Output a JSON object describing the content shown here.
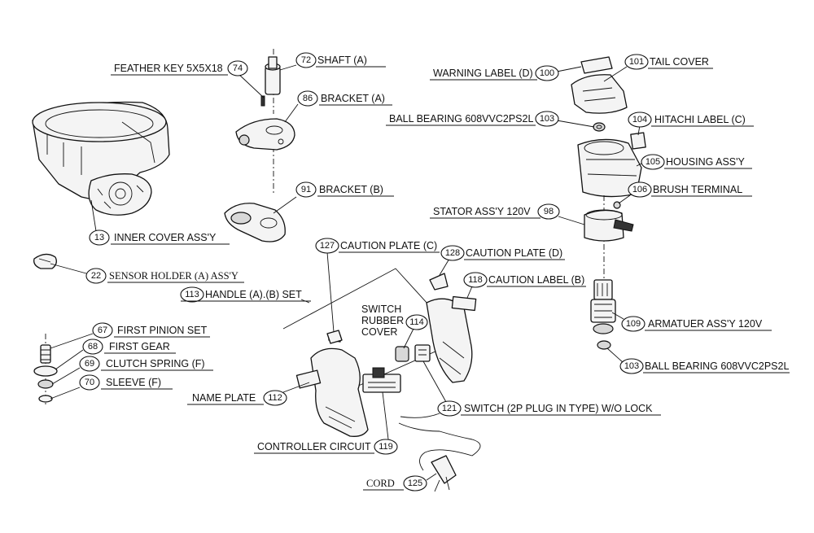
{
  "callouts": [
    {
      "num": "74",
      "label": "FEATHER KEY 5X5X18"
    },
    {
      "num": "72",
      "label": "SHAFT (A)"
    },
    {
      "num": "86",
      "label": "BRACKET (A)"
    },
    {
      "num": "91",
      "label": "BRACKET (B)"
    },
    {
      "num": "13",
      "label": "INNER COVER ASS'Y"
    },
    {
      "num": "22",
      "label": "SENSOR HOLDER (A) ASS'Y"
    },
    {
      "num": "113",
      "label": "HANDLE (A).(B) SET"
    },
    {
      "num": "127",
      "label": "CAUTION PLATE (C)"
    },
    {
      "num": "128",
      "label": "CAUTION PLATE (D)"
    },
    {
      "num": "118",
      "label": "CAUTION LABEL (B)"
    },
    {
      "num": "67",
      "label": "FIRST PINION SET"
    },
    {
      "num": "68",
      "label": "FIRST GEAR"
    },
    {
      "num": "69",
      "label": "CLUTCH SPRING (F)"
    },
    {
      "num": "70",
      "label": "SLEEVE (F)"
    },
    {
      "num": "112",
      "label": "NAME PLATE"
    },
    {
      "num": "119",
      "label": "CONTROLLER CIRCUIT"
    },
    {
      "num": "125",
      "label": "CORD"
    },
    {
      "num": "114",
      "label": "SWITCH RUBBER COVER"
    },
    {
      "num": "121",
      "label": "SWITCH (2P PLUG IN TYPE) W/O LOCK"
    },
    {
      "num": "100",
      "label": "WARNING LABEL (D)"
    },
    {
      "num": "101",
      "label": "TAIL COVER"
    },
    {
      "num": "103",
      "label": "BALL BEARING 608VVC2PS2L"
    },
    {
      "num": "104",
      "label": "HITACHI LABEL (C)"
    },
    {
      "num": "105",
      "label": "HOUSING ASS'Y"
    },
    {
      "num": "106",
      "label": "BRUSH TERMINAL"
    },
    {
      "num": "98",
      "label": "STATOR ASS'Y 120V"
    },
    {
      "num": "109",
      "label": "ARMATUER ASS'Y 120V"
    },
    {
      "num": "103",
      "label": "BALL BEARING 608VVC2PS2L"
    }
  ],
  "switch_cover_lines": [
    "SWITCH",
    "RUBBER",
    "COVER"
  ]
}
